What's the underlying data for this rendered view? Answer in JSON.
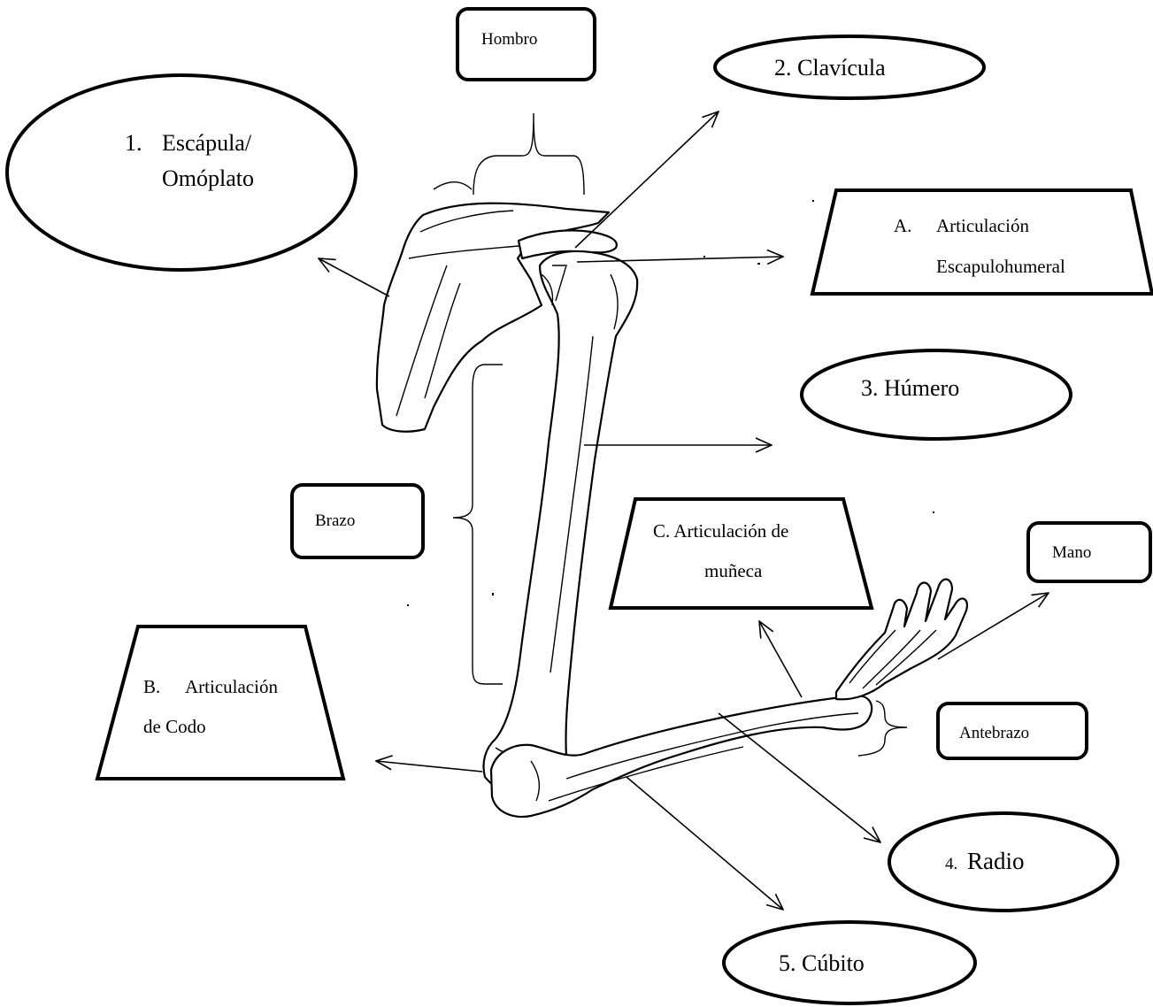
{
  "labels": {
    "hombro": "Hombro",
    "clavicula": "2. Clavícula",
    "escapula_num": "1.",
    "escapula_1": "Escápula/",
    "escapula_2": "Omóplato",
    "art_escapulohumeral_1": "A.",
    "art_escapulohumeral_1b": "Articulación",
    "art_escapulohumeral_2": "Escapulohumeral",
    "humero": "3. Húmero",
    "brazo": "Brazo",
    "art_muneca_1": "C. Articulación de",
    "art_muneca_2": "muñeca",
    "mano": "Mano",
    "art_codo_1": "B.",
    "art_codo_1b": "Articulación",
    "art_codo_2": "de Codo",
    "antebrazo": "Antebrazo",
    "radio_num": "4.",
    "radio_word": "Radio",
    "cubito": "5. Cúbito"
  }
}
